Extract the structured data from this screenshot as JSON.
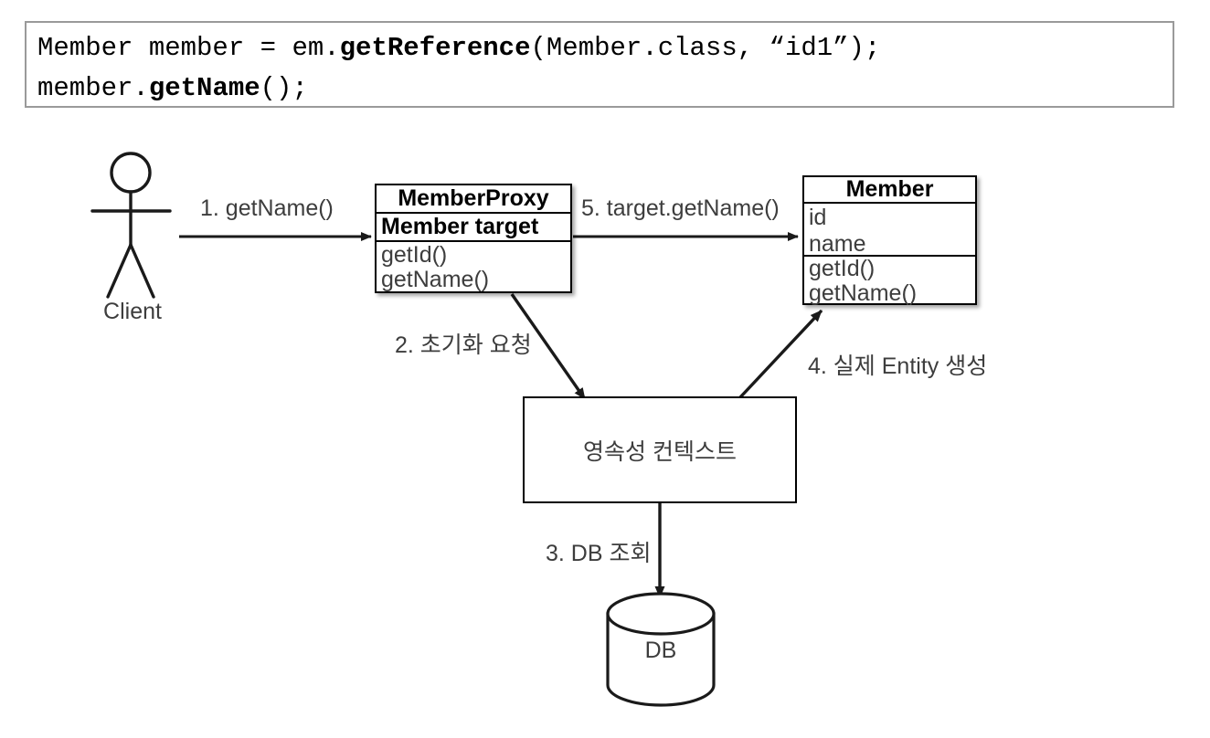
{
  "code_block": {
    "name": "jpa-getreference-code",
    "lines": [
      [
        {
          "text": "Member member = em.",
          "bold": false
        },
        {
          "text": "getReference",
          "bold": true
        },
        {
          "text": "(Member.class, “id1”);",
          "bold": false
        }
      ],
      [
        {
          "text": "member.",
          "bold": false
        },
        {
          "text": "getName",
          "bold": true
        },
        {
          "text": "();",
          "bold": false
        }
      ]
    ]
  },
  "diagram": {
    "actor": {
      "label": "Client",
      "icon": "stick-figure-actor-icon"
    },
    "member_proxy": {
      "title": "MemberProxy",
      "field": "Member target",
      "methods": [
        "getId()",
        "getName()"
      ]
    },
    "member": {
      "title": "Member",
      "attributes": [
        "id",
        "name"
      ],
      "methods": [
        "getId()",
        "getName()"
      ]
    },
    "persistence_context": {
      "label": "영속성 컨텍스트"
    },
    "database": {
      "label": "DB",
      "icon": "database-cylinder-icon"
    },
    "edges": [
      {
        "id": "1",
        "label": "1. getName()",
        "from": "Client",
        "to": "MemberProxy"
      },
      {
        "id": "2",
        "label": "2. 초기화 요청",
        "from": "MemberProxy",
        "to": "영속성 컨텍스트"
      },
      {
        "id": "3",
        "label": "3. DB 조회",
        "from": "영속성 컨텍스트",
        "to": "DB"
      },
      {
        "id": "4",
        "label": "4. 실제 Entity 생성",
        "from": "영속성 컨텍스트",
        "to": "Member"
      },
      {
        "id": "5",
        "label": "5. target.getName()",
        "from": "MemberProxy",
        "to": "Member"
      }
    ]
  },
  "colors": {
    "stroke": "#000000",
    "text": "#3d3d3d",
    "code_border": "#9a9a9a",
    "background": "#ffffff"
  }
}
